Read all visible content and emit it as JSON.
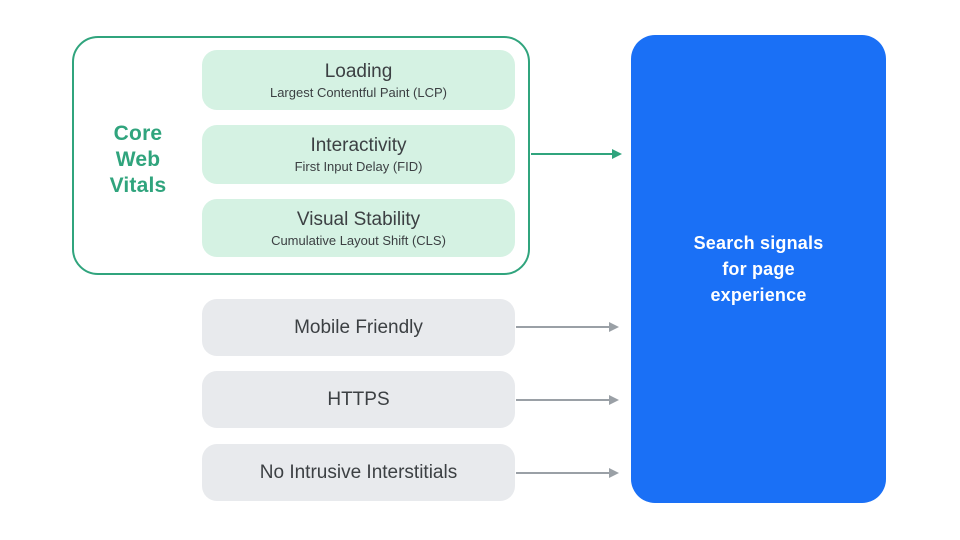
{
  "colors": {
    "green": "#30a47d",
    "mint": "#d5f2e3",
    "gray_fill": "#e8eaed",
    "gray_arrow": "#9aa0a6",
    "blue": "#1a70f6",
    "text_dark": "#3c4043",
    "white": "#ffffff"
  },
  "diagram": {
    "core_web_vitals": {
      "label": "Core Web Vitals",
      "label_lines": [
        "Core",
        "Web",
        "Vitals"
      ],
      "items": [
        {
          "title": "Loading",
          "subtitle": "Largest Contentful Paint (LCP)"
        },
        {
          "title": "Interactivity",
          "subtitle": "First Input Delay (FID)"
        },
        {
          "title": "Visual Stability",
          "subtitle": "Cumulative Layout Shift (CLS)"
        }
      ]
    },
    "other_signals": [
      {
        "label": "Mobile Friendly"
      },
      {
        "label": "HTTPS"
      },
      {
        "label": "No Intrusive Interstitials"
      }
    ],
    "result_box": {
      "label": "Search signals for page experience",
      "lines": [
        "Search signals",
        "for page",
        "experience"
      ]
    },
    "connectors": [
      {
        "icon": "arrow-right-icon",
        "from": "Core Web Vitals",
        "color_key": "green"
      },
      {
        "icon": "arrow-right-icon",
        "from": "Mobile Friendly",
        "color_key": "gray_arrow"
      },
      {
        "icon": "arrow-right-icon",
        "from": "HTTPS",
        "color_key": "gray_arrow"
      },
      {
        "icon": "arrow-right-icon",
        "from": "No Intrusive Interstitials",
        "color_key": "gray_arrow"
      }
    ]
  }
}
